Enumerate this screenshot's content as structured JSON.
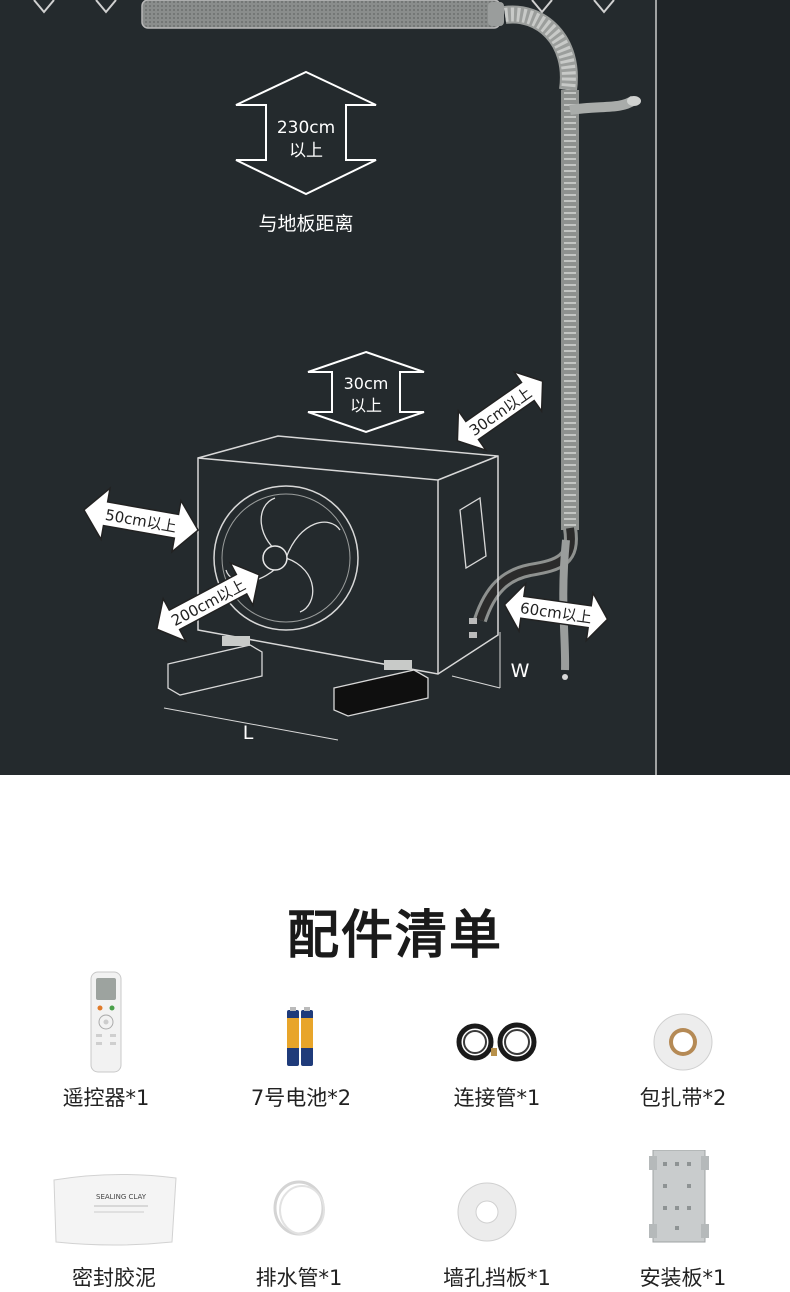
{
  "diagram": {
    "indoor_clearance": {
      "value": "230cm",
      "suffix": "以上",
      "caption": "与地板距离"
    },
    "top_clearance": {
      "value": "30cm",
      "suffix": "以上"
    },
    "left_clearance": "50cm以上",
    "front_clearance": "200cm以上",
    "back_clearance": "30cm以上",
    "right_clearance": "60cm以上",
    "dim_width": "W",
    "dim_length": "L"
  },
  "accessories": {
    "title": "配件清单",
    "items": [
      {
        "name": "remote",
        "label": "遥控器*1",
        "icon": "remote-control-icon"
      },
      {
        "name": "battery",
        "label": "7号电池*2",
        "icon": "battery-icon"
      },
      {
        "name": "pipe",
        "label": "连接管*1",
        "icon": "connection-pipe-icon"
      },
      {
        "name": "tape",
        "label": "包扎带*2",
        "icon": "wrapping-tape-icon"
      },
      {
        "name": "clay",
        "label": "密封胶泥",
        "icon": "sealing-clay-icon",
        "pack_text": "SEALING CLAY"
      },
      {
        "name": "drain",
        "label": "排水管*1",
        "icon": "drain-pipe-icon"
      },
      {
        "name": "cover",
        "label": "墙孔挡板*1",
        "icon": "wall-hole-cover-icon"
      },
      {
        "name": "plate",
        "label": "安装板*1",
        "icon": "mounting-plate-icon"
      }
    ]
  }
}
